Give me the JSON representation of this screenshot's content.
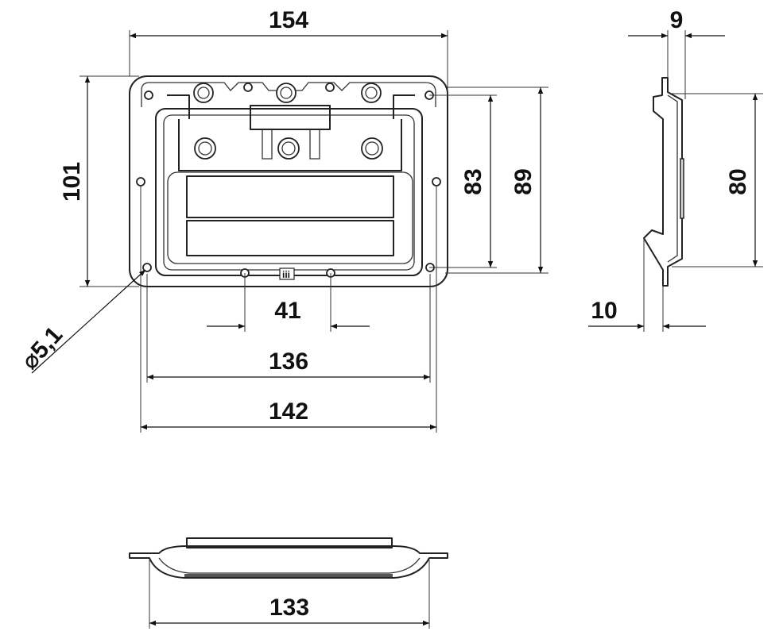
{
  "dimensions": {
    "width_overall": "154",
    "side_depth_top": "9",
    "height_overall": "101",
    "handle_inner_height": "83",
    "hole_pitch_vertical": "89",
    "side_height": "80",
    "side_depth_bottom": "10",
    "center_hole_pitch": "41",
    "hole_pitch_horizontal": "136",
    "recess_width": "142",
    "bottom_width": "133",
    "hole_diameter": "⌀5,1"
  },
  "logo_text": "iii"
}
